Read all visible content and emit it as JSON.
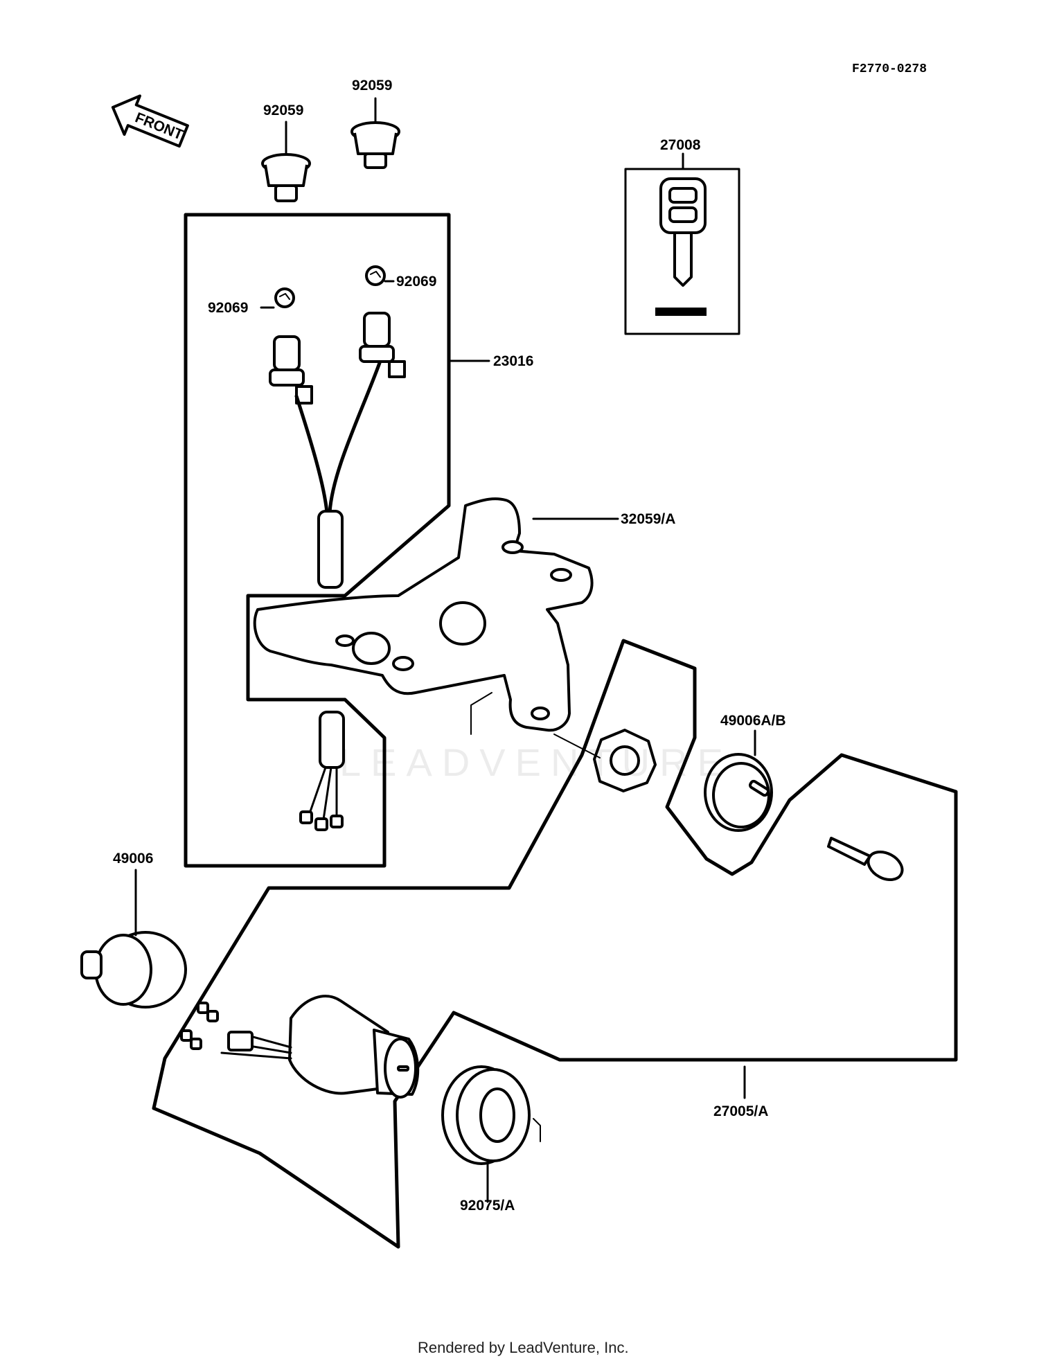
{
  "diagram": {
    "drawing_code": "F2770-0278",
    "direction_label": "FRONT",
    "watermark": "LEADVENTURE",
    "footer": "Rendered by LeadVenture, Inc.",
    "parts": [
      {
        "id": "p1",
        "number": "92059"
      },
      {
        "id": "p2",
        "number": "92059"
      },
      {
        "id": "p3",
        "number": "27008"
      },
      {
        "id": "p4",
        "number": "92069"
      },
      {
        "id": "p5",
        "number": "92069"
      },
      {
        "id": "p6",
        "number": "23016"
      },
      {
        "id": "p7",
        "number": "32059/A"
      },
      {
        "id": "p8",
        "number": "49006A/B"
      },
      {
        "id": "p9",
        "number": "49006"
      },
      {
        "id": "p10",
        "number": "27005/A"
      },
      {
        "id": "p11",
        "number": "92075/A"
      }
    ]
  }
}
